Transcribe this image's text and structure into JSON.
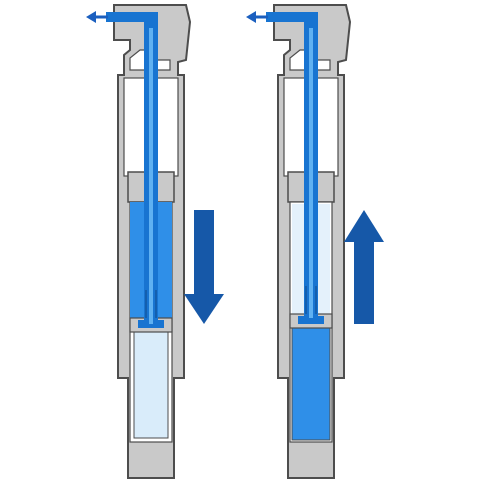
{
  "diagram": {
    "description_visible_text": "",
    "pumps": [
      {
        "id": "left",
        "stroke": "down",
        "arrow": "arrow-down",
        "lower_chamber": "light"
      },
      {
        "id": "right",
        "stroke": "up",
        "arrow": "arrow-up",
        "lower_chamber": "full"
      }
    ],
    "colors": {
      "body_fill": "#c9c9c9",
      "body_stroke": "#4d4d4d",
      "cavity_white": "#ffffff",
      "tube_blue": "#1874d1",
      "bright_blue": "#2f8fe8",
      "light_chamber": "#d9ecfa",
      "arrow_blue": "#1658a8",
      "flow_arrow": "#1b5fbf"
    }
  }
}
